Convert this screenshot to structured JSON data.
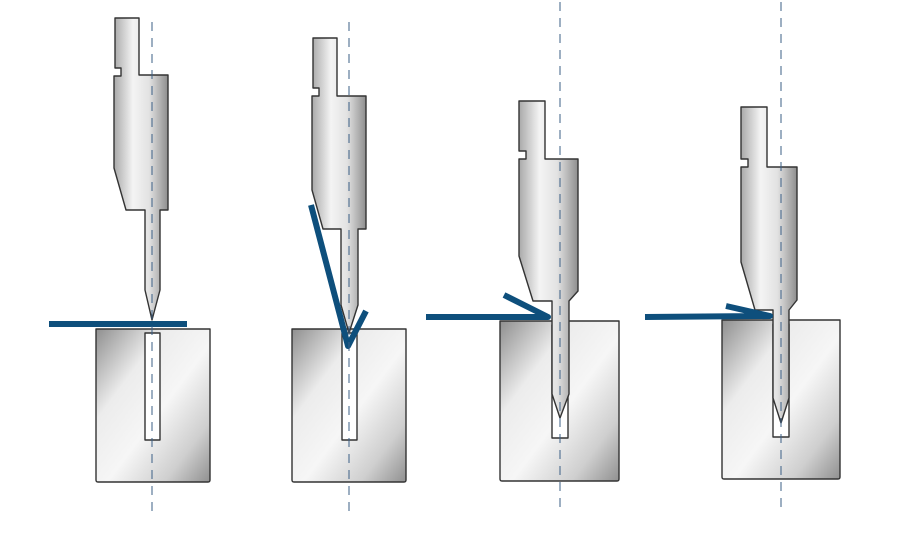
{
  "diagram": {
    "description_text": "",
    "colors": {
      "sheet": "#0e4f7c",
      "tool_light": "#f3f3f3",
      "tool_dark": "#8a8a8a",
      "outline": "#333333",
      "centerline": "#3b5f86"
    },
    "stages": [
      {
        "name": "stage-1",
        "sheet_shape": "flat-sheet-on-die"
      },
      {
        "name": "stage-2",
        "sheet_shape": "v-bend-air-bending"
      },
      {
        "name": "stage-3",
        "sheet_shape": "bottoming-in-die"
      },
      {
        "name": "stage-4",
        "sheet_shape": "coining-in-die"
      }
    ]
  }
}
